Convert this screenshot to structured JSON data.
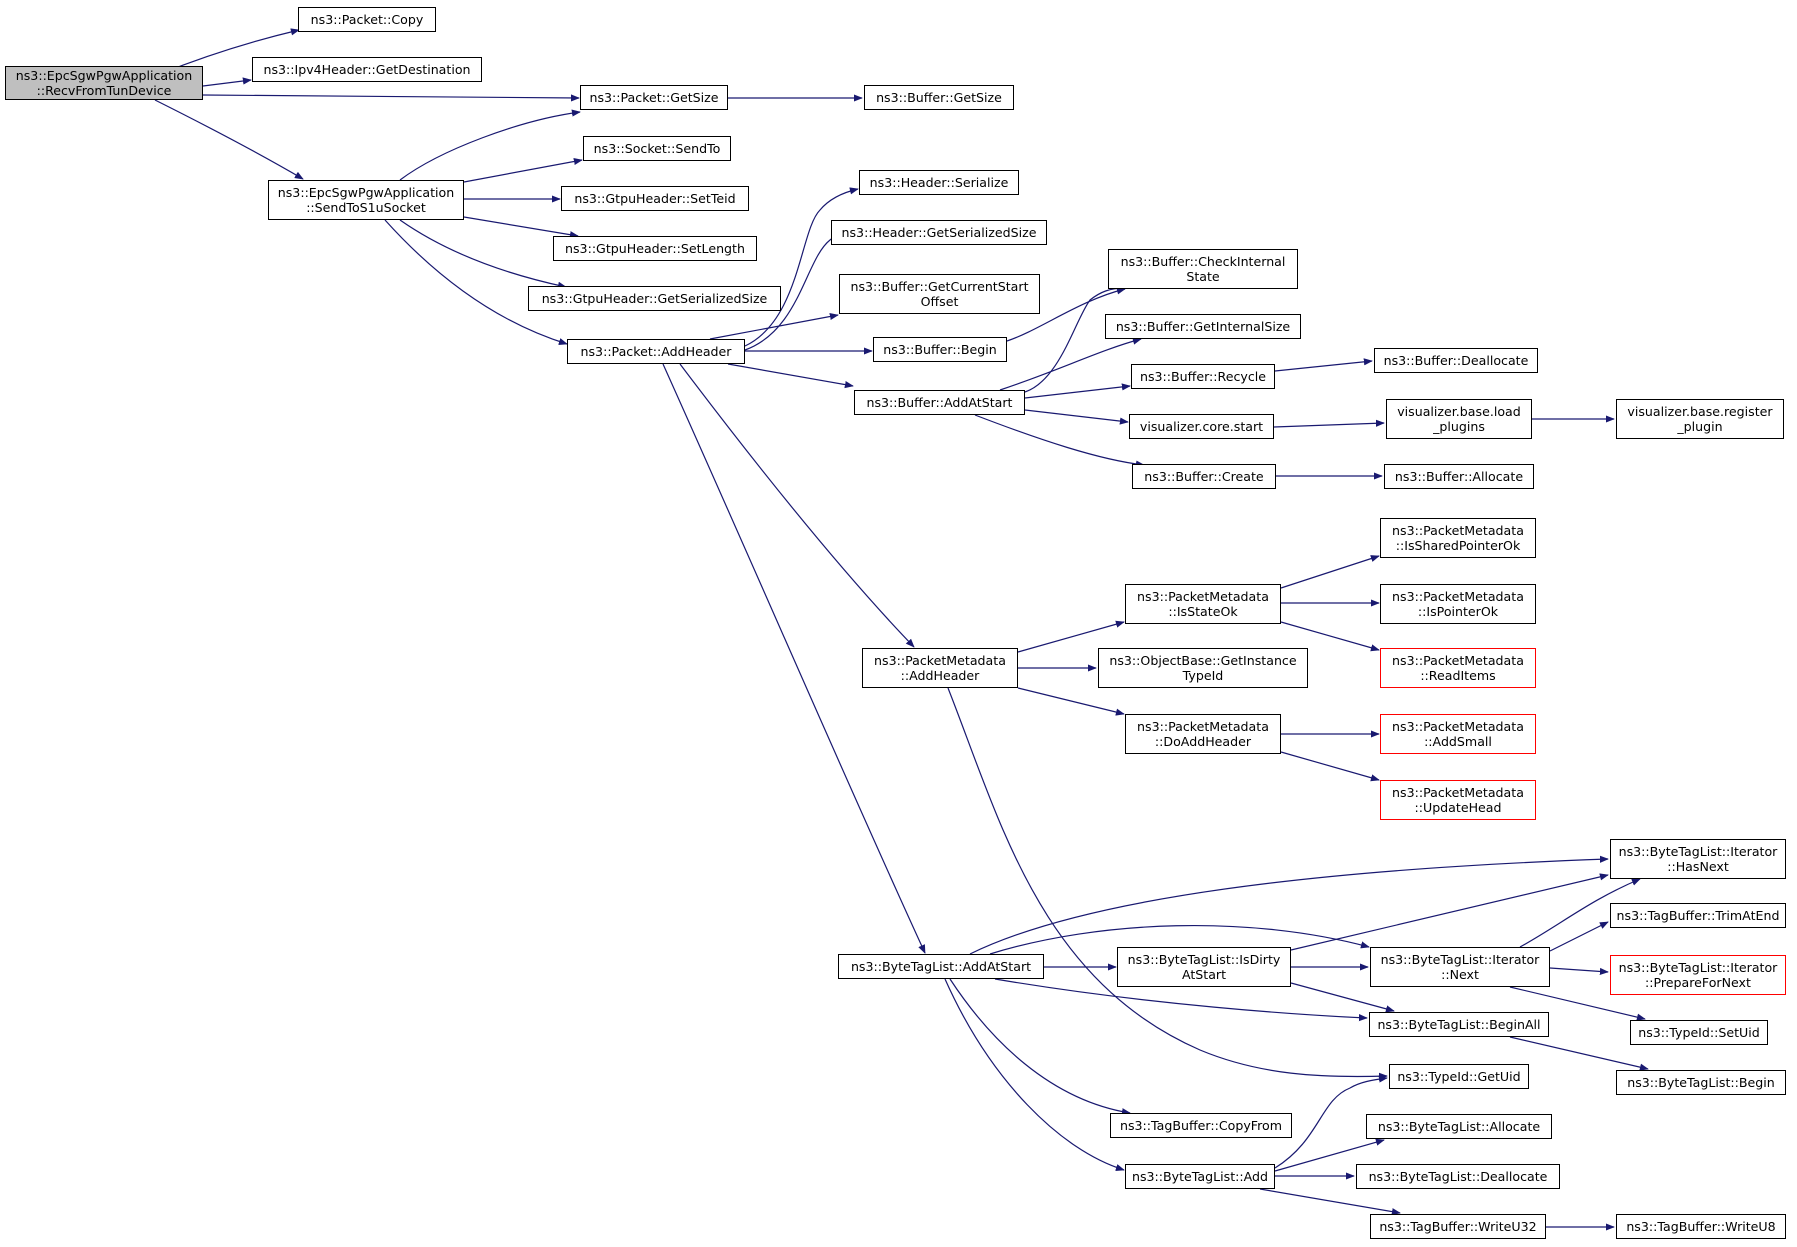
{
  "colors": {
    "edge": "#191970",
    "border": "#000000",
    "root_fill": "#bfbfbf",
    "truncated_border": "#ff0000"
  },
  "nodes": {
    "root": [
      "ns3::EpcSgwPgwApplication",
      "::RecvFromTunDevice"
    ],
    "packet_copy": [
      "ns3::Packet::Copy"
    ],
    "ipv4_get_destination": [
      "ns3::Ipv4Header::GetDestination"
    ],
    "packet_get_size": [
      "ns3::Packet::GetSize"
    ],
    "buffer_get_size": [
      "ns3::Buffer::GetSize"
    ],
    "send_to_s1u": [
      "ns3::EpcSgwPgwApplication",
      "::SendToS1uSocket"
    ],
    "socket_send_to": [
      "ns3::Socket::SendTo"
    ],
    "gtpu_set_teid": [
      "ns3::GtpuHeader::SetTeid"
    ],
    "gtpu_set_length": [
      "ns3::GtpuHeader::SetLength"
    ],
    "gtpu_get_serialized_size": [
      "ns3::GtpuHeader::GetSerializedSize"
    ],
    "packet_add_header": [
      "ns3::Packet::AddHeader"
    ],
    "header_serialize": [
      "ns3::Header::Serialize"
    ],
    "header_get_serialized_size": [
      "ns3::Header::GetSerializedSize"
    ],
    "buffer_get_current_start_offset": [
      "ns3::Buffer::GetCurrentStart",
      "Offset"
    ],
    "buffer_begin": [
      "ns3::Buffer::Begin"
    ],
    "buffer_add_at_start": [
      "ns3::Buffer::AddAtStart"
    ],
    "buffer_check_internal_state": [
      "ns3::Buffer::CheckInternal",
      "State"
    ],
    "buffer_get_internal_size": [
      "ns3::Buffer::GetInternalSize"
    ],
    "buffer_recycle": [
      "ns3::Buffer::Recycle"
    ],
    "buffer_deallocate": [
      "ns3::Buffer::Deallocate"
    ],
    "visualizer_core_start": [
      "visualizer.core.start"
    ],
    "visualizer_load_plugins": [
      "visualizer.base.load",
      "_plugins"
    ],
    "visualizer_register_plugin": [
      "visualizer.base.register",
      "_plugin"
    ],
    "buffer_create": [
      "ns3::Buffer::Create"
    ],
    "buffer_allocate": [
      "ns3::Buffer::Allocate"
    ],
    "pm_is_shared_pointer_ok": [
      "ns3::PacketMetadata",
      "::IsSharedPointerOk"
    ],
    "pm_is_state_ok": [
      "ns3::PacketMetadata",
      "::IsStateOk"
    ],
    "pm_is_pointer_ok": [
      "ns3::PacketMetadata",
      "::IsPointerOk"
    ],
    "pm_add_header": [
      "ns3::PacketMetadata",
      "::AddHeader"
    ],
    "objectbase_get_instance_typeid": [
      "ns3::ObjectBase::GetInstance",
      "TypeId"
    ],
    "pm_read_items": [
      "ns3::PacketMetadata",
      "::ReadItems"
    ],
    "pm_do_add_header": [
      "ns3::PacketMetadata",
      "::DoAddHeader"
    ],
    "pm_add_small": [
      "ns3::PacketMetadata",
      "::AddSmall"
    ],
    "pm_update_head": [
      "ns3::PacketMetadata",
      "::UpdateHead"
    ],
    "btl_iterator_has_next": [
      "ns3::ByteTagList::Iterator",
      "::HasNext"
    ],
    "tagbuffer_trim_at_end": [
      "ns3::TagBuffer::TrimAtEnd"
    ],
    "btl_add_at_start": [
      "ns3::ByteTagList::AddAtStart"
    ],
    "btl_is_dirty_at_start": [
      "ns3::ByteTagList::IsDirty",
      "AtStart"
    ],
    "btl_iterator_next": [
      "ns3::ByteTagList::Iterator",
      "::Next"
    ],
    "btl_iterator_prepare_for_next": [
      "ns3::ByteTagList::Iterator",
      "::PrepareForNext"
    ],
    "btl_begin_all": [
      "ns3::ByteTagList::BeginAll"
    ],
    "typeid_set_uid": [
      "ns3::TypeId::SetUid"
    ],
    "typeid_get_uid": [
      "ns3::TypeId::GetUid"
    ],
    "btl_begin": [
      "ns3::ByteTagList::Begin"
    ],
    "tagbuffer_copy_from": [
      "ns3::TagBuffer::CopyFrom"
    ],
    "btl_allocate": [
      "ns3::ByteTagList::Allocate"
    ],
    "btl_add": [
      "ns3::ByteTagList::Add"
    ],
    "btl_deallocate": [
      "ns3::ByteTagList::Deallocate"
    ],
    "tagbuffer_write_u32": [
      "ns3::TagBuffer::WriteU32"
    ],
    "tagbuffer_write_u8": [
      "ns3::TagBuffer::WriteU8"
    ]
  }
}
